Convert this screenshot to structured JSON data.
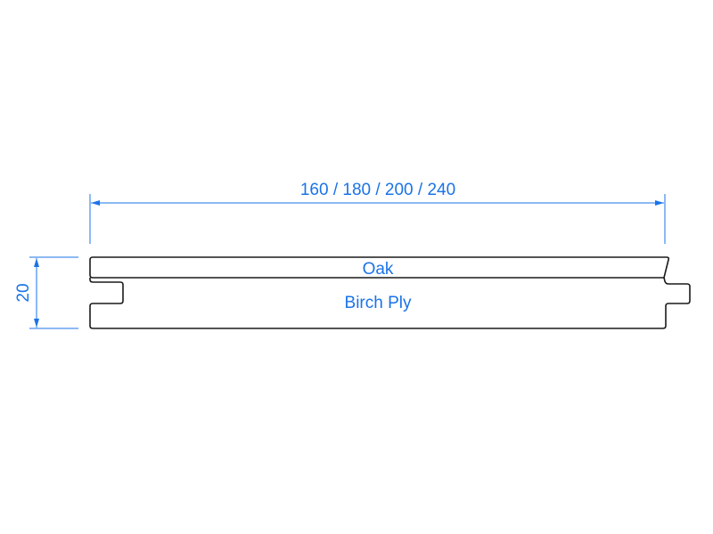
{
  "dimensions": {
    "width_label": "160 / 180 / 200 / 240",
    "thickness_label": "20"
  },
  "layers": {
    "top": "Oak",
    "bottom": "Birch Ply"
  },
  "colors": {
    "dimension": "#1a73e8",
    "outline": "#1a1a1a",
    "background": "#ffffff"
  }
}
